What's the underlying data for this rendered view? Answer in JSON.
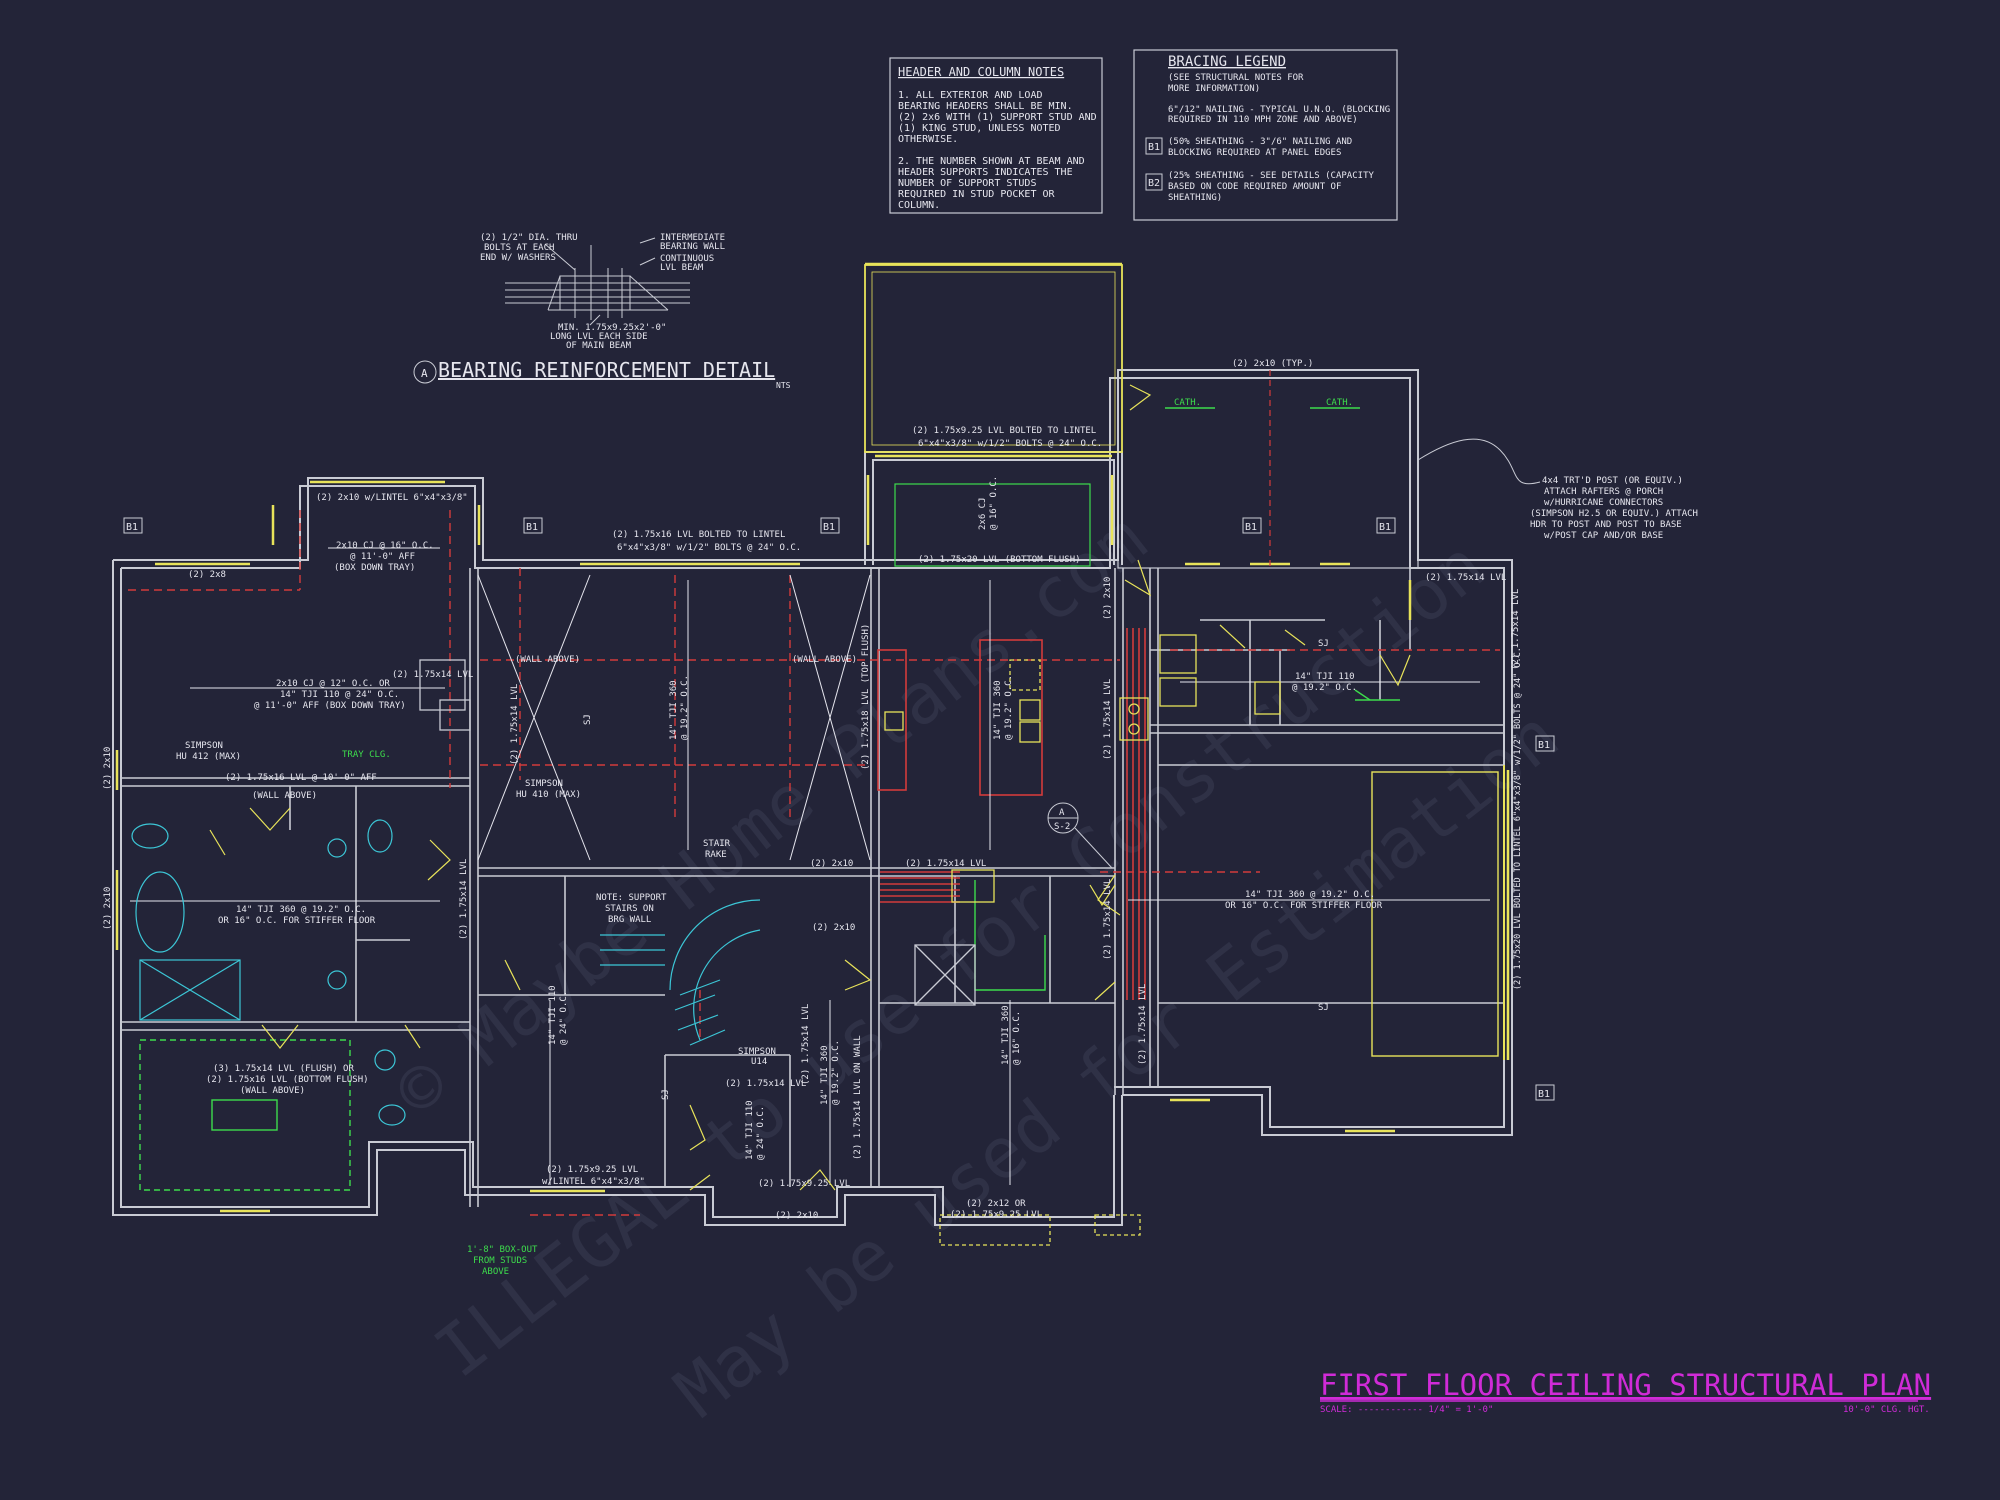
{
  "title": {
    "main": "FIRST FLOOR CEILING STRUCTURAL PLAN",
    "scale": "SCALE: ------------ 1/4\" = 1'-0\"",
    "ceiling": "10'-0\" CLG. HGT."
  },
  "header_notes": {
    "title": "HEADER AND COLUMN NOTES",
    "lines": [
      "1. ALL EXTERIOR AND LOAD",
      "BEARING HEADERS SHALL BE MIN.",
      "(2) 2x6 WITH (1) SUPPORT STUD AND",
      "(1) KING STUD, UNLESS NOTED",
      "OTHERWISE.",
      "",
      "2. THE NUMBER SHOWN AT BEAM AND",
      "HEADER SUPPORTS INDICATES THE",
      "NUMBER OF SUPPORT STUDS",
      "REQUIRED IN STUD POCKET OR",
      "COLUMN."
    ]
  },
  "bracing_legend": {
    "title": "BRACING LEGEND",
    "sub": [
      "(SEE STRUCTURAL NOTES FOR",
      "MORE INFORMATION)"
    ],
    "nailing": [
      "6\"/12\" NAILING - TYPICAL U.N.O. (BLOCKING",
      "REQUIRED IN 110 MPH ZONE AND ABOVE)"
    ],
    "b1_tag": "B1",
    "b1_lines": [
      "(50% SHEATHING - 3\"/6\" NAILING AND",
      "BLOCKING REQUIRED AT PANEL EDGES"
    ],
    "b2_tag": "B2",
    "b2_lines": [
      "(25% SHEATHING - SEE DETAILS (CAPACITY",
      "BASED ON CODE REQUIRED AMOUNT OF",
      "SHEATHING)"
    ]
  },
  "detail": {
    "title": "BEARING REINFORCEMENT DETAIL",
    "marker": "A",
    "nts": "NTS",
    "bolts": [
      "(2) 1/2\" DIA. THRU",
      "BOLTS AT EACH",
      "END W/ WASHERS"
    ],
    "intermediate": [
      "INTERMEDIATE",
      "BEARING WALL"
    ],
    "continuous": [
      "CONTINUOUS",
      "LVL BEAM"
    ],
    "min": [
      "MIN. 1.75x9.25x2'-0\"",
      "LONG LVL EACH SIDE",
      "OF MAIN BEAM"
    ]
  },
  "labels": {
    "beam_top": [
      "(2) 1.75x9.25 LVL BOLTED TO LINTEL",
      "6\"x4\"x3/8\" w/1/2\" BOLTS @ 24\" O.C."
    ],
    "beam_mid": [
      "(2) 1.75x16 LVL BOLTED TO LINTEL",
      "6\"x4\"x3/8\" w/1/2\" BOLTS @ 24\" O.C."
    ],
    "lintel_left": "(2) 2x10 w/LINTEL 6\"x4\"x3/8\"",
    "cj_tray": [
      "2x10 CJ @ 16\" O.C.",
      "@ 11'-0\" AFF",
      "(BOX DOWN TRAY)"
    ],
    "cj_box": [
      "2x10 CJ @ 12\" O.C. OR",
      "14\" TJI 110 @ 24\" O.C.",
      "@ 11'-0\" AFF (BOX DOWN TRAY)"
    ],
    "lvl_aff": "(2) 1.75x16 LVL @ 10'-0\" AFF",
    "wall_above": "(WALL ABOVE)",
    "tray_clg": "TRAY CLG.",
    "simpson_412": [
      "SIMPSON",
      "HU 412 (MAX)"
    ],
    "simpson_410": [
      "SIMPSON",
      "HU 410 (MAX)"
    ],
    "simpson_u14": [
      "SIMPSON",
      "U14"
    ],
    "tji_master": [
      "14\" TJI 360 @ 19.2\" O.C.",
      "OR 16\" O.C. FOR STIFFER FLOOR"
    ],
    "tji_garage": [
      "14\" TJI 360 @ 19.2\" O.C.",
      "OR 16\" O.C. FOR STIFFER FLOOR"
    ],
    "lvl_bottom_flush": "(2) 1.75x20 LVL (BOTTOM FLUSH)",
    "porch_post": [
      "4x4 TRT'D POST (OR EQUIV.)",
      "ATTACH RAFTERS @ PORCH",
      "w/HURRICANE CONNECTORS",
      "(SIMPSON H2.5 OR EQUIV.) ATTACH",
      "HDR TO POST AND POST TO BASE",
      "w/POST CAP AND/OR BASE"
    ],
    "cath": "CATH.",
    "typ_2x10": "(2) 2x10 (TYP.)",
    "lvl_1475": "(2) 1.75x14 LVL",
    "tji_110_192": [
      "14\" TJI 110",
      "@ 19.2\" O.C."
    ],
    "garage_beam": "(2) 1.75x20 LVL BOLTED TO LINTEL 6\"x4\"x3/8\" w/1/2\" BOLTS @ 24\" O.C.",
    "note_stairs": [
      "NOTE: SUPPORT",
      "STAIRS ON",
      "BRG WALL"
    ],
    "stair_rake": [
      "STAIR",
      "RAKE"
    ],
    "lvl_flush": [
      "(3) 1.75x14 LVL (FLUSH) OR",
      "(2) 1.75x16 LVL (BOTTOM FLUSH)",
      "(WALL ABOVE)"
    ],
    "box_out": [
      "1'-8\" BOX-OUT",
      "FROM STUDS",
      "ABOVE"
    ],
    "lvl_925_lintel": [
      "(2) 1.75x9.25 LVL",
      "w/LINTEL 6\"x4\"x3/8\""
    ],
    "lvl_2x12": [
      "(2) 2x12 OR",
      "(2) 1.75x9.25 LVL"
    ],
    "tji_24": [
      "14\" TJI 110",
      "@ 24\" O.C."
    ],
    "tji_360_192": [
      "14\" TJI 360",
      "@ 19.2\" O.C."
    ],
    "tji_360_16": [
      "14\" TJI 360",
      "@ 16\" O.C."
    ],
    "cj_2x6": [
      "2x6 CJ",
      "@ 16\" O.C."
    ],
    "lvl_top_flush": "(2) 1.75x18 LVL (TOP FLUSH)",
    "sj": "SJ",
    "2x10": "(2) 2x10",
    "2x8": "(2) 2x8",
    "section_marker": [
      "A",
      "S-2"
    ],
    "b1": "B1",
    "lvl_on_wall": "(2) 1.75x14 LVL ON WALL",
    "lvl_1475_v": "(2) 1.75x14 LVL"
  },
  "watermark": [
    "© Maybe Home Plans.com",
    "ILLEGAL to use for Construction",
    "May be used for Estimation"
  ],
  "colors": {
    "background": "#232438",
    "wall": "#c9cbd4",
    "text": "#e6e6ee",
    "yellow": "#e8e35a",
    "red": "#d23b3b",
    "green": "#3ddc4c",
    "cyan": "#3cc6d6",
    "magenta": "#d02bd8"
  }
}
